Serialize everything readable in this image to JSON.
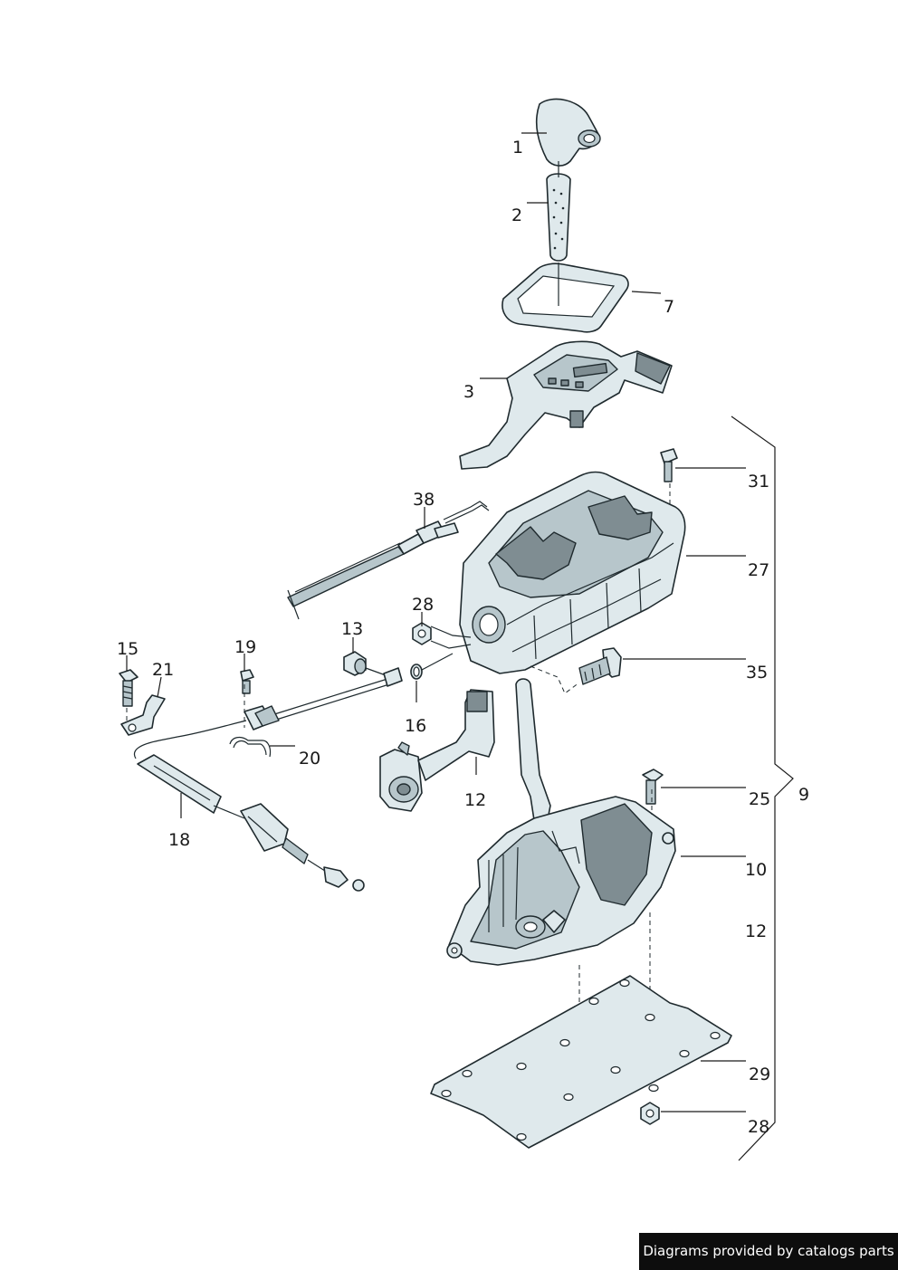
{
  "callouts": {
    "p1": "1",
    "p2": "2",
    "p7": "7",
    "p3": "3",
    "p31": "31",
    "p27": "27",
    "p38": "38",
    "p28a": "28",
    "p13": "13",
    "p15": "15",
    "p19": "19",
    "p21": "21",
    "p35": "35",
    "p16": "16",
    "p20": "20",
    "p12a": "12",
    "p18": "18",
    "p25": "25",
    "p9": "9",
    "p10": "10",
    "p12b": "12",
    "p29": "29",
    "p28b": "28"
  },
  "credit": "Diagrams provided by catalogs parts"
}
